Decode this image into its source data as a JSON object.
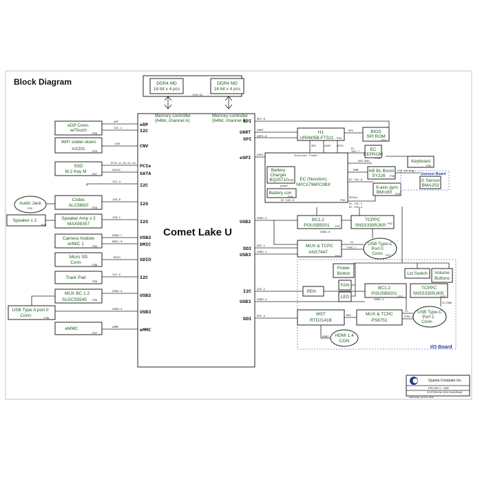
{
  "diagram": {
    "title": "Block Diagram",
    "cpu_label": "Comet Lake U",
    "mem_a": {
      "line1": "DDR4 MD",
      "line2": "16 bit x 4 pcs"
    },
    "mem_b": {
      "line1": "DDR4 MD",
      "line2": "16 bit x 4 pcs"
    },
    "mem_pages": "P19~22",
    "mc_a": {
      "line1": "Memory controller",
      "line2": "(64bit, channel A)"
    },
    "mc_b": {
      "line1": "Memory controller",
      "line2": "(64bit, channel B)"
    },
    "left_pins": [
      "eDP",
      "I2C",
      "CNV",
      "PCIe",
      "SATA",
      "I2C",
      "I2S",
      "I2S",
      "USB2",
      "DMIC",
      "SDIO",
      "I2C",
      "USB2",
      "USB3",
      "eMMC"
    ],
    "right_pins": [
      "SPI",
      "UART",
      "SPI",
      "eSPI",
      "USB2",
      "DDI",
      "USB3",
      "I2C",
      "USB3",
      "DDI"
    ],
    "left_signals": {
      "edp": "eDP",
      "i2c1": "I2C-1",
      "cnv": "CNV",
      "pcie": "PCIe-9,10,11,12",
      "sata": "SATA1",
      "i2c4": "I2C-4",
      "i2s0": "I2S-0",
      "i2s1": "I2S-1",
      "usb27": "USB2-7",
      "dmic0": "DMIC-0",
      "sdio": "SDIO",
      "i2c5": "I2C-5",
      "usb23": "USB2-3",
      "usb33": "USB3-3",
      "emmc": "eMMC"
    },
    "right_signals": {
      "spi0": "SPI-0",
      "uart": "UART",
      "gspi0": "GSPI-0",
      "espi": "eSPI",
      "usb22": "USB2-2",
      "ddi1": "DDI-1",
      "usb31": "USB3-1",
      "i2c1": "I2C-1",
      "usb32": "USB3-2",
      "ddi2": "DDI-2"
    },
    "left_blocks": [
      {
        "line1": "eDP Conn.",
        "line2": "w/Touch",
        "page": "P33"
      },
      {
        "line1": "WiFi solder-down",
        "line2": "AX201",
        "page": "P23"
      },
      {
        "line1": "SSD",
        "line2": "M.2 Key M",
        "page": "P27"
      },
      {
        "line1": "Codec",
        "line2": "ALC5682I",
        "page": "P29"
      },
      {
        "line1": "Speaker Amp x 2",
        "line2": "MAX98357",
        "page": "P29"
      },
      {
        "line1": "Camera module",
        "line2": "w/MIC 1",
        "page": "P32"
      },
      {
        "line1": "Micro SD",
        "line2": "Conn",
        "page": "P36"
      },
      {
        "line1": "Track Pad",
        "line2": "",
        "page": "P35"
      },
      {
        "line1": "MUX BC 1.2",
        "line2": "SLGC55545",
        "page": "P36"
      },
      {
        "line1": "eMMC",
        "line2": "",
        "page": "P47"
      }
    ],
    "audio_jack": {
      "line1": "Audio Jack",
      "page": "P29"
    },
    "speaker": {
      "line1": "Speaker x 2",
      "page": "P28"
    },
    "usba": {
      "line1": "USB Type A port 0",
      "line2": "Conn.",
      "page": "P36"
    },
    "h1": {
      "line1": "H1",
      "line2": "UR0605B-FT021",
      "page": "P24"
    },
    "bios": {
      "line1": "BIOS",
      "line2": "SPI ROM",
      "page": "P23"
    },
    "ec_eeprom": {
      "line1": "EC",
      "line2": "EEPROM",
      "page": "P30"
    },
    "ec": {
      "line1": "EC (Nuvoton)",
      "line2": "NPCX796FC0BX",
      "page": "P30"
    },
    "keyboard": {
      "line1": "Keyboard",
      "page": "P30"
    },
    "kbbl": {
      "line1": "KB BL Boost",
      "line2": "SY226",
      "page": "P30"
    },
    "gyro": {
      "line1": "6-axis gyro",
      "line2": "BMI160",
      "page": "P29"
    },
    "gsensor": {
      "title": "Gsensor Board",
      "line1": "G Sensor",
      "line2": "BMA253"
    },
    "charger": {
      "line1": "Battery",
      "line2": "Charger",
      "line3": "BQ25710",
      "page": "P39"
    },
    "battcon": {
      "line1": "Battery con",
      "page": "P38"
    },
    "bc12_0": {
      "line1": "BC1.2",
      "line2": "PI3USB9201",
      "page": "P37"
    },
    "tcpc_0": {
      "line1": "TCPPC",
      "line2": "SN5S330RJKR",
      "page": "P37"
    },
    "mux_0": {
      "line1": "MUX & TCPC",
      "line2": "ANX7447",
      "page": "P37"
    },
    "usbc0": {
      "line1": "USB Type-C",
      "line2": "Port 0",
      "line3": "Conn",
      "page": "P37"
    },
    "power_btn": {
      "line1": "Power",
      "line2": "Button"
    },
    "lid": {
      "line1": "Lid Switch"
    },
    "volume": {
      "line1": "Volume",
      "line2": "Buttons"
    },
    "fan": {
      "line1": "FAN"
    },
    "led": {
      "line1": "LED"
    },
    "pen": {
      "line1": "PEN"
    },
    "bc12_1": {
      "line1": "BC1.2",
      "line2": "PI3USB9201",
      "page": "P37"
    },
    "tcpc_1": {
      "line1": "TCPPC",
      "line2": "SN5S330RJKR",
      "page": "P37"
    },
    "mst": {
      "line1": "MST",
      "line2": "RTD2141B"
    },
    "mux_1": {
      "line1": "MUX & TCPC",
      "line2": "PS8751"
    },
    "usbc1": {
      "line1": "USB Type-C",
      "line2": "Port 1",
      "line3": "Conn"
    },
    "hdmi": {
      "line1": "HDMI 1.4",
      "line2": "CON"
    },
    "io_board": "I/O Board",
    "misc": {
      "spi_h1": "SPI",
      "uart_h1": "UART",
      "gpio_h1": "GPIO",
      "spi_h1b": "SPI",
      "ec_i2c7": "EC",
      "ec_i2c7b": "I2C-7",
      "internal": "Internal flash",
      "power": "power",
      "pwm": "PWM",
      "ksi": "KSI/KSO",
      "led_str": "LED string",
      "ec_i2c0": "EC I2C-0",
      "ec_i2c3": "EC I2C-3",
      "gpio_a": "GPIOs",
      "ec_i2c1": "EC I2C-1",
      "ec_i2c2": "EC I2C-2",
      "cc": "CC",
      "typec": "TYPE-C",
      "usb2_0": "USB2-0",
      "usb2_1": "USB2-1",
      "ddi": "DDI",
      "cc_sbu": "CC/SBU",
      "hdmi_sig": "HDMI"
    },
    "title_block": {
      "company": "Quanta Computer Inc.",
      "project": "PROJECT : ZAR",
      "doc": "SYSTEM BLOCK DIAGRAM",
      "date": "Wednesday, April 22, 2020"
    }
  }
}
